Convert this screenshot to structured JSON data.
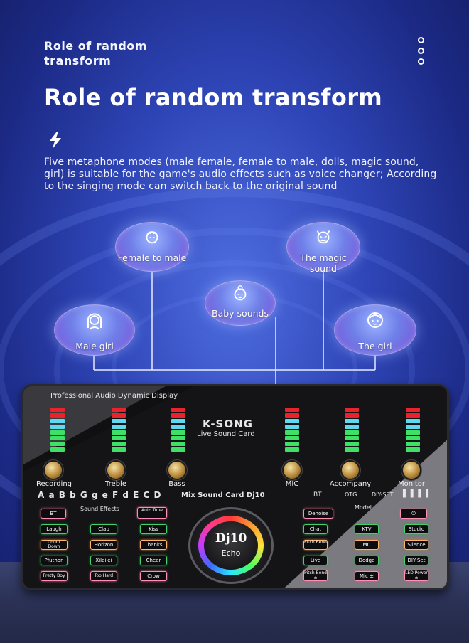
{
  "header": {
    "small_title": "Role of random transform",
    "big_title": "Role of random transform",
    "description": "Five metaphone modes (male female, female to male, dolls, magic sound, girl) is suitable for the game's audio effects such as voice changer; According to the singing mode can switch back to the original sound"
  },
  "modes": [
    {
      "label": "Female to male",
      "icon": "boy-face-icon"
    },
    {
      "label": "The magic sound",
      "icon": "devil-face-icon"
    },
    {
      "label": "Baby sounds",
      "icon": "baby-face-icon"
    },
    {
      "label": "Male girl",
      "icon": "girl-face-icon"
    },
    {
      "label": "The girl",
      "icon": "girl-smile-icon"
    }
  ],
  "device": {
    "display_title": "Professional Audio Dynamic Display",
    "brand": "K-SONG",
    "subtitle": "Live Sound Card",
    "knobs": [
      "Recording",
      "Treble",
      "Bass",
      "MIC",
      "Accompany",
      "Monitor"
    ],
    "strip_letters": "A a B b G g e F d E C D",
    "strip_model": "Mix Sound Card Dj10",
    "strip_bt": "BT",
    "strip_otg": "OTG",
    "strip_diy": "DIY-SET",
    "left_group_title": "Sound Effects",
    "right_group_title": "Model",
    "left_buttons": {
      "bt": "BT",
      "auto_tune": "Auto Tune",
      "laugh": "Laugh",
      "clap": "Clap",
      "kiss": "Kiss",
      "count_down": "Count Down",
      "horizon": "Horizon",
      "thanks": "Thanks",
      "pfuthon": "Pfuthon",
      "xileilei": "Xileilei",
      "cheer": "Cheer",
      "pretty_boy": "Pretty Boy",
      "too_hard": "Too Hard",
      "crow": "Crow"
    },
    "right_buttons": {
      "denoise": "Denoise",
      "power": "⏻",
      "chat": "Chat",
      "ktv": "KTV",
      "studio": "Studio",
      "pitch_bend": "Pitch Bend",
      "mc": "MC",
      "silence": "Silence",
      "live": "Live",
      "dodge": "Dodge",
      "diy_set": "DIY-Set",
      "pitch_bend2": "Pitch Bend ±",
      "mic": "Mic ±",
      "led_power": "LED Power ±"
    },
    "dial": {
      "logo": "Dj10",
      "label": "Echo"
    }
  },
  "colors": {
    "bg_center": "#4f6ee0",
    "bg_edge": "#141e63",
    "meter_red": "#e8232b",
    "meter_cyan": "#5fd8f0",
    "meter_green": "#3ee066"
  }
}
